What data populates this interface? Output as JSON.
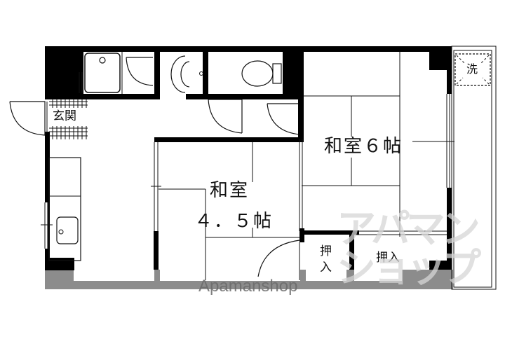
{
  "floor_plan": {
    "rooms": [
      {
        "id": "washitsu-6",
        "label": "和室６帖",
        "type": "japanese-room",
        "size_jo": 6
      },
      {
        "id": "washitsu-4-5",
        "label_line1": "和室",
        "label_line2": "４．５帖",
        "type": "japanese-room",
        "size_jo": 4.5
      },
      {
        "id": "genkan",
        "label": "玄関",
        "type": "entrance"
      },
      {
        "id": "oshiire-small",
        "label_line1": "押",
        "label_line2": "入",
        "type": "closet"
      },
      {
        "id": "oshiire-large",
        "label": "押入",
        "type": "closet"
      },
      {
        "id": "laundry",
        "label": "洗",
        "type": "washing-machine-space"
      }
    ],
    "fixtures": [
      "unit-bath",
      "wash-basin",
      "toilet",
      "kitchen-sink",
      "balcony"
    ],
    "watermark": {
      "text": "Apamanshop",
      "kana": "アパマンショップ"
    },
    "colors": {
      "wall": "#000000",
      "line": "#111111",
      "bottom_strip": "#8c8c8c",
      "background": "#ffffff"
    }
  }
}
